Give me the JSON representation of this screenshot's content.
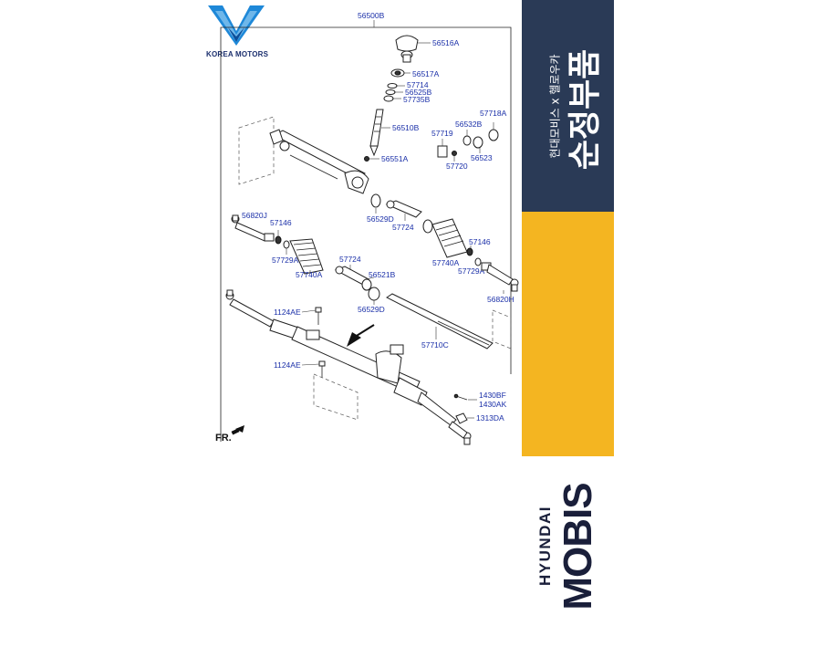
{
  "brand": {
    "dealer_name": "KOREA MOTORS",
    "banner_korean_small": "현대모비스 x 헬로우카",
    "banner_korean_large": "순정부품",
    "manufacturer_small": "HYUNDAI",
    "manufacturer_large": "MOBIS"
  },
  "diagram": {
    "assembly_label": "56500B",
    "front_indicator": "FR.",
    "part_labels": {
      "p56516A": "56516A",
      "p56517A": "56517A",
      "p57714": "57714",
      "p56525B": "56525B",
      "p57735B": "57735B",
      "p56510B": "56510B",
      "p57718A": "57718A",
      "p56532B": "56532B",
      "p57719": "57719",
      "p56551A": "56551A",
      "p57720": "57720",
      "p56523": "56523",
      "p56529D_top": "56529D",
      "p57724_top": "57724",
      "p56820J": "56820J",
      "p57146_left": "57146",
      "p57729A_left": "57729A",
      "p57740A_left": "57740A",
      "p57724_mid": "57724",
      "p56521B": "56521B",
      "p56529D_mid": "56529D",
      "p57146_right": "57146",
      "p57740A_right": "57740A",
      "p57729A_right": "57729A",
      "p56820H": "56820H",
      "p1124AE_top": "1124AE",
      "p1124AE_bot": "1124AE",
      "p57710C": "57710C",
      "p1430BF": "1430BF",
      "p1430AK": "1430AK",
      "p1313DA": "1313DA"
    }
  },
  "colors": {
    "label_blue": "#1a2fa8",
    "banner_navy": "#2a3a56",
    "banner_yellow": "#f4b521",
    "logo_blue": "#1e88d8"
  }
}
